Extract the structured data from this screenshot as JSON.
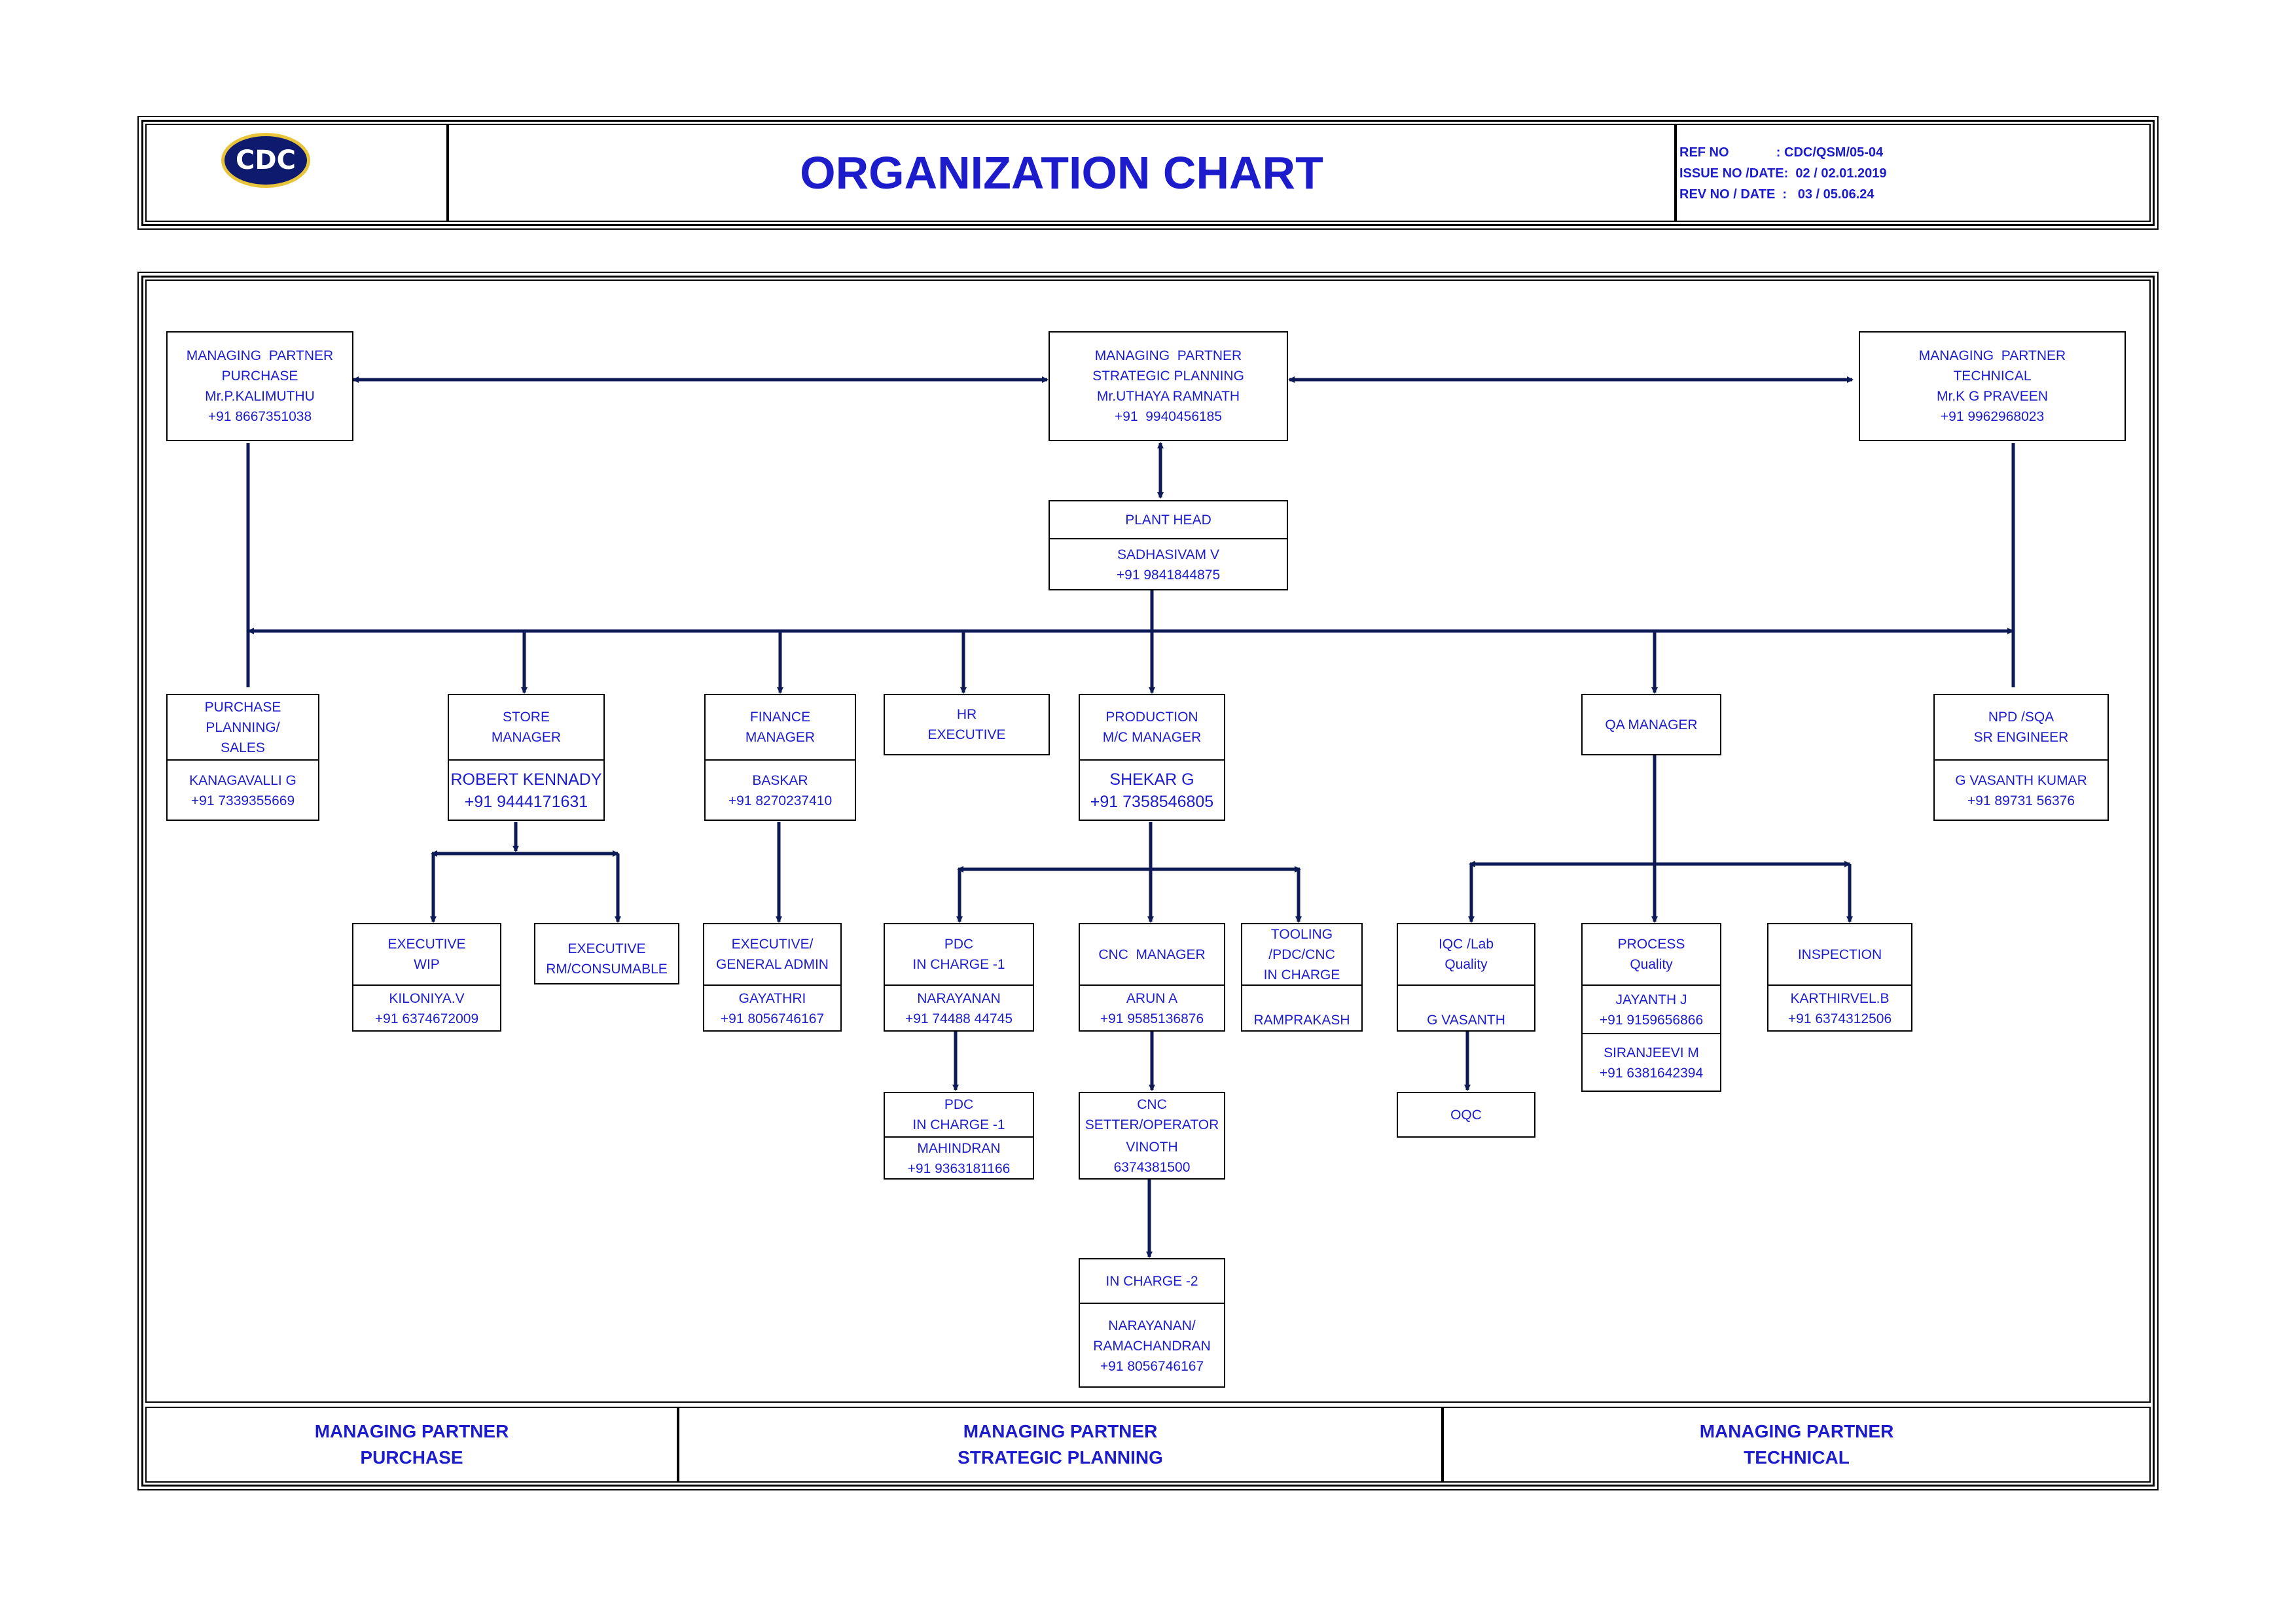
{
  "header": {
    "logo_text": "CDC",
    "title": "ORGANIZATION CHART",
    "ref_no": "REF NO             : CDC/QSM/05-04",
    "issue_no": "ISSUE NO /DATE:  02 / 02.01.2019",
    "rev_no": "REV NO / DATE  :   03 / 05.06.24"
  },
  "colors": {
    "text": "#1c1ccc",
    "connector": "#0d1a55",
    "logo_bg": "#0d1a6e",
    "logo_ring": "#e8c43a"
  },
  "boxes": {
    "mp_purchase": {
      "lines": [
        "MANAGING  PARTNER",
        "PURCHASE",
        "Mr.P.KALIMUTHU",
        "+91 8667351038"
      ]
    },
    "mp_strategic": {
      "lines": [
        "MANAGING  PARTNER",
        "STRATEGIC PLANNING",
        "Mr.UTHAYA RAMNATH",
        "+91  9940456185"
      ]
    },
    "mp_technical": {
      "lines": [
        "MANAGING  PARTNER",
        "TECHNICAL",
        "Mr.K G PRAVEEN",
        "+91 9962968023"
      ]
    },
    "plant_head": {
      "role": [
        "PLANT HEAD"
      ],
      "person": [
        "SADHASIVAM V",
        "+91 9841844875"
      ]
    },
    "purchase_planning": {
      "role": [
        "PURCHASE",
        "PLANNING/",
        "SALES"
      ],
      "person": [
        "KANAGAVALLI G",
        "+91 7339355669"
      ]
    },
    "store_manager": {
      "role": [
        "STORE",
        "MANAGER"
      ],
      "person": [
        "ROBERT KENNADY",
        "+91 9444171631"
      ]
    },
    "finance_manager": {
      "role": [
        "FINANCE",
        "MANAGER"
      ],
      "person": [
        "BASKAR",
        "+91 8270237410"
      ]
    },
    "hr_executive": {
      "role": [
        "HR",
        "EXECUTIVE"
      ]
    },
    "production_manager": {
      "role": [
        "PRODUCTION",
        "M/C MANAGER"
      ],
      "person": [
        "SHEKAR G",
        "+91 7358546805"
      ]
    },
    "qa_manager": {
      "role": [
        "QA MANAGER"
      ]
    },
    "npd_sqa": {
      "role": [
        "NPD /SQA",
        "SR ENGINEER"
      ],
      "person": [
        "G VASANTH KUMAR",
        "+91 89731 56376"
      ]
    },
    "executive_wip": {
      "role": [
        "EXECUTIVE",
        "",
        "WIP"
      ],
      "person": [
        "KILONIYA.V",
        "+91 6374672009"
      ]
    },
    "executive_rm": {
      "role": [
        "EXECUTIVE",
        "RM/CONSUMABLE"
      ]
    },
    "executive_admin": {
      "role": [
        "EXECUTIVE/",
        "GENERAL ADMIN"
      ],
      "person": [
        "GAYATHRI",
        "+91 8056746167"
      ]
    },
    "pdc_incharge_1": {
      "role": [
        "PDC",
        "IN CHARGE -1"
      ],
      "person": [
        "NARAYANAN",
        "+91 74488 44745"
      ]
    },
    "cnc_manager": {
      "role": [
        "CNC  MANAGER"
      ],
      "person": [
        "ARUN A",
        "+91 9585136876"
      ]
    },
    "tooling_incharge": {
      "role": [
        "TOOLING",
        "/PDC/CNC",
        "IN CHARGE"
      ],
      "person": [
        "RAMPRAKASH"
      ]
    },
    "iqc_lab": {
      "role": [
        "IQC /Lab",
        "Quality"
      ],
      "person": [
        "G VASANTH"
      ]
    },
    "process_quality": {
      "role": [
        "PROCESS",
        "Quality"
      ],
      "person": [
        "JAYANTH J",
        "+91 9159656866"
      ],
      "person2": [
        "SIRANJEEVI M",
        "+91 6381642394"
      ]
    },
    "inspection": {
      "role": [
        "INSPECTION"
      ],
      "person": [
        "KARTHIRVEL.B",
        "+91 6374312506"
      ]
    },
    "pdc_incharge_1b": {
      "role": [
        "PDC",
        "IN CHARGE -1"
      ],
      "person": [
        "MAHINDRAN",
        "+91 9363181166"
      ]
    },
    "cnc_setter": {
      "role": [
        "CNC",
        "SETTER/OPERATOR"
      ],
      "person": [
        "VINOTH",
        "6374381500"
      ]
    },
    "oqc": {
      "role": [
        "OQC"
      ]
    },
    "incharge_2": {
      "role": [
        "IN CHARGE -2"
      ],
      "person": [
        "NARAYANAN/",
        "RAMACHANDRAN",
        "+91 8056746167"
      ]
    }
  },
  "footer": {
    "left": [
      "MANAGING  PARTNER",
      "PURCHASE"
    ],
    "center": [
      "MANAGING  PARTNER",
      "STRATEGIC PLANNING"
    ],
    "right": [
      "MANAGING PARTNER",
      "TECHNICAL"
    ]
  }
}
